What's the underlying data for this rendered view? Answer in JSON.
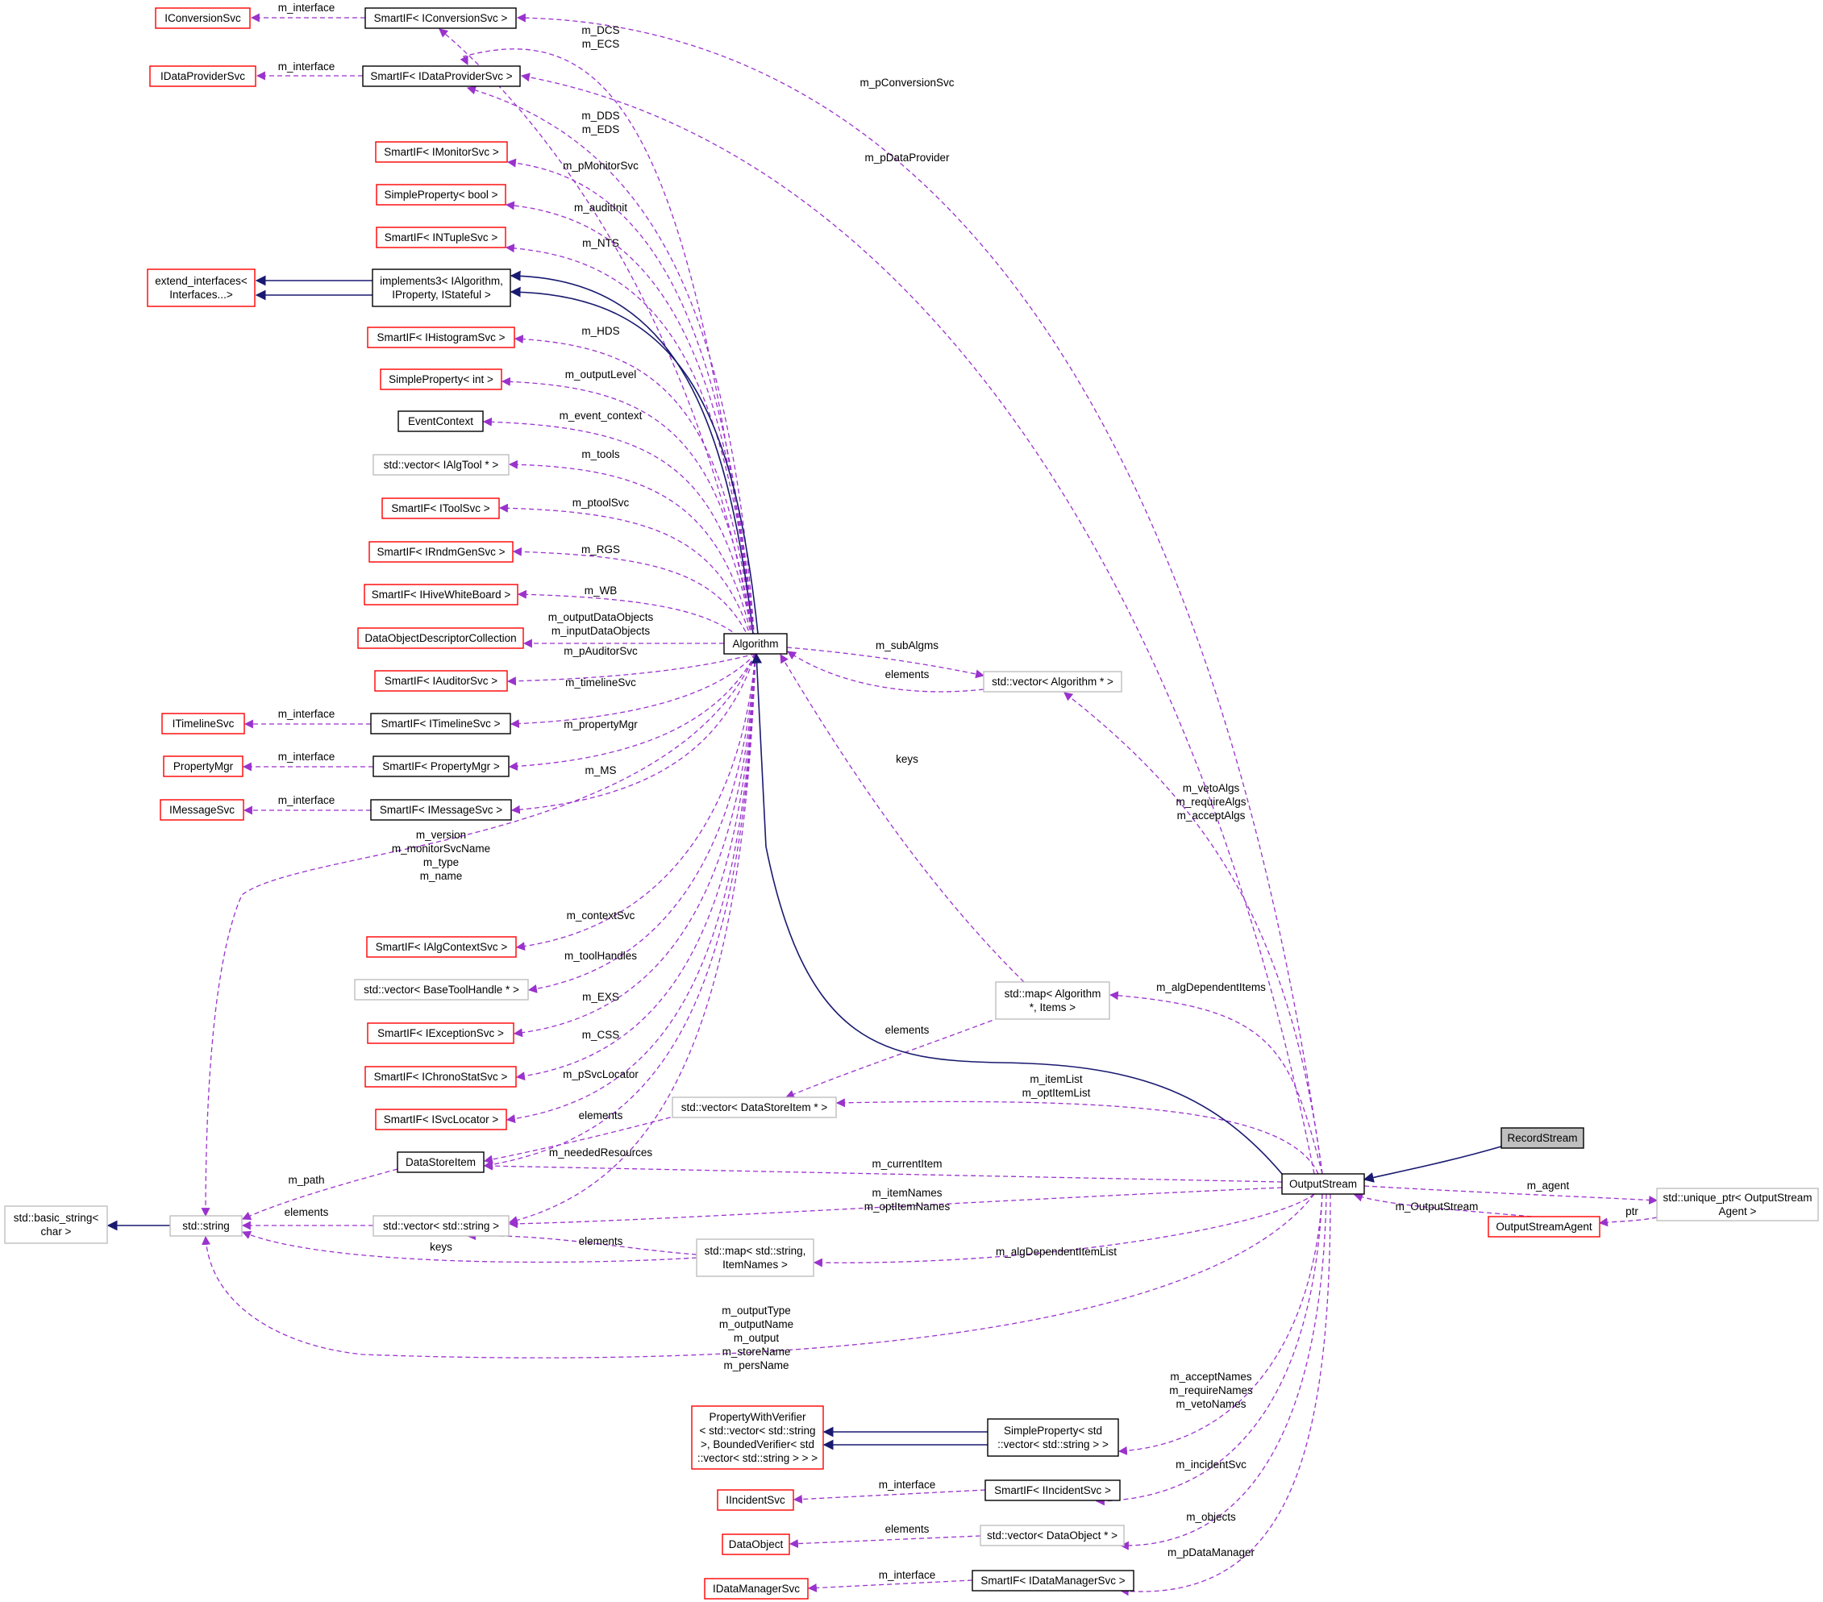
{
  "colors": {
    "inheritance": "#191970",
    "usage": "#9a32cd",
    "border_documented": "#000000",
    "border_undocumented": "#ff0000",
    "border_template": "#bfbfbf",
    "highlight_fill": "#bfbfbf"
  },
  "nodes": {
    "IConversionSvc": {
      "lines": [
        "IConversionSvc"
      ],
      "style": "red"
    },
    "SmartIF_IConversionSvc": {
      "lines": [
        "SmartIF< IConversionSvc >"
      ],
      "style": "black"
    },
    "IDataProviderSvc": {
      "lines": [
        "IDataProviderSvc"
      ],
      "style": "red"
    },
    "SmartIF_IDataProviderSvc": {
      "lines": [
        "SmartIF< IDataProviderSvc >"
      ],
      "style": "black"
    },
    "SmartIF_IMonitorSvc": {
      "lines": [
        "SmartIF< IMonitorSvc >"
      ],
      "style": "red"
    },
    "SimpleProperty_bool": {
      "lines": [
        "SimpleProperty< bool >"
      ],
      "style": "red"
    },
    "SmartIF_INTupleSvc": {
      "lines": [
        "SmartIF< INTupleSvc >"
      ],
      "style": "red"
    },
    "extend_interfaces": {
      "lines": [
        "extend_interfaces<",
        "Interfaces...>"
      ],
      "style": "red"
    },
    "implements3": {
      "lines": [
        "implements3< IAlgorithm,",
        "IProperty, IStateful >"
      ],
      "style": "black"
    },
    "SmartIF_IHistogramSvc": {
      "lines": [
        "SmartIF< IHistogramSvc >"
      ],
      "style": "red"
    },
    "SimpleProperty_int": {
      "lines": [
        "SimpleProperty< int >"
      ],
      "style": "red"
    },
    "EventContext": {
      "lines": [
        "EventContext"
      ],
      "style": "black"
    },
    "vector_IAlgTool": {
      "lines": [
        "std::vector< IAlgTool * >"
      ],
      "style": "gray"
    },
    "SmartIF_IToolSvc": {
      "lines": [
        "SmartIF< IToolSvc >"
      ],
      "style": "red"
    },
    "SmartIF_IRndmGenSvc": {
      "lines": [
        "SmartIF< IRndmGenSvc >"
      ],
      "style": "red"
    },
    "SmartIF_IHiveWhiteBoard": {
      "lines": [
        "SmartIF< IHiveWhiteBoard >"
      ],
      "style": "red"
    },
    "DataObjectDescriptorCollection": {
      "lines": [
        "DataObjectDescriptorCollection"
      ],
      "style": "red"
    },
    "SmartIF_IAuditorSvc": {
      "lines": [
        "SmartIF< IAuditorSvc >"
      ],
      "style": "red"
    },
    "ITimelineSvc": {
      "lines": [
        "ITimelineSvc"
      ],
      "style": "red"
    },
    "SmartIF_ITimelineSvc": {
      "lines": [
        "SmartIF< ITimelineSvc >"
      ],
      "style": "black"
    },
    "PropertyMgr": {
      "lines": [
        "PropertyMgr"
      ],
      "style": "red"
    },
    "SmartIF_PropertyMgr": {
      "lines": [
        "SmartIF< PropertyMgr >"
      ],
      "style": "black"
    },
    "IMessageSvc": {
      "lines": [
        "IMessageSvc"
      ],
      "style": "red"
    },
    "SmartIF_IMessageSvc": {
      "lines": [
        "SmartIF< IMessageSvc >"
      ],
      "style": "black"
    },
    "SmartIF_IAlgContextSvc": {
      "lines": [
        "SmartIF< IAlgContextSvc >"
      ],
      "style": "red"
    },
    "vector_BaseToolHandle": {
      "lines": [
        "std::vector< BaseToolHandle * >"
      ],
      "style": "gray"
    },
    "SmartIF_IExceptionSvc": {
      "lines": [
        "SmartIF< IExceptionSvc >"
      ],
      "style": "red"
    },
    "SmartIF_IChronoStatSvc": {
      "lines": [
        "SmartIF< IChronoStatSvc >"
      ],
      "style": "red"
    },
    "SmartIF_ISvcLocator": {
      "lines": [
        "SmartIF< ISvcLocator >"
      ],
      "style": "red"
    },
    "DataStoreItem": {
      "lines": [
        "DataStoreItem"
      ],
      "style": "black"
    },
    "basic_string": {
      "lines": [
        "std::basic_string<",
        "char >"
      ],
      "style": "gray"
    },
    "std_string": {
      "lines": [
        "std::string"
      ],
      "style": "gray"
    },
    "vector_string": {
      "lines": [
        "std::vector< std::string >"
      ],
      "style": "gray"
    },
    "map_string_ItemNames": {
      "lines": [
        "std::map< std::string,",
        "ItemNames >"
      ],
      "style": "gray"
    },
    "vector_DataStoreItem": {
      "lines": [
        "std::vector< DataStoreItem * >"
      ],
      "style": "gray"
    },
    "Algorithm": {
      "lines": [
        "Algorithm"
      ],
      "style": "black"
    },
    "vector_Algorithm": {
      "lines": [
        "std::vector< Algorithm * >"
      ],
      "style": "gray"
    },
    "map_Algorithm_Items": {
      "lines": [
        "std::map< Algorithm",
        "*, Items >"
      ],
      "style": "gray"
    },
    "RecordStream": {
      "lines": [
        "RecordStream"
      ],
      "style": "highlight"
    },
    "OutputStream": {
      "lines": [
        "OutputStream"
      ],
      "style": "black"
    },
    "unique_ptr_OutputStreamAgent": {
      "lines": [
        "std::unique_ptr< OutputStream",
        "Agent >"
      ],
      "style": "gray"
    },
    "OutputStreamAgent": {
      "lines": [
        "OutputStreamAgent"
      ],
      "style": "red"
    },
    "PropertyWithVerifier": {
      "lines": [
        "PropertyWithVerifier",
        "< std::vector< std::string",
        ">, BoundedVerifier< std",
        "::vector< std::string > > >"
      ],
      "style": "red"
    },
    "SimpleProperty_vector_string": {
      "lines": [
        "SimpleProperty< std",
        "::vector< std::string > >"
      ],
      "style": "black"
    },
    "IIncidentSvc": {
      "lines": [
        "IIncidentSvc"
      ],
      "style": "red"
    },
    "SmartIF_IIncidentSvc": {
      "lines": [
        "SmartIF< IIncidentSvc >"
      ],
      "style": "black"
    },
    "DataObject": {
      "lines": [
        "DataObject"
      ],
      "style": "red"
    },
    "vector_DataObject": {
      "lines": [
        "std::vector< DataObject * >"
      ],
      "style": "gray"
    },
    "IDataManagerSvc": {
      "lines": [
        "IDataManagerSvc"
      ],
      "style": "red"
    },
    "SmartIF_IDataManagerSvc": {
      "lines": [
        "SmartIF< IDataManagerSvc >"
      ],
      "style": "black"
    }
  },
  "edge_labels": {
    "m_interface_conv": [
      "m_interface"
    ],
    "m_interface_dp": [
      "m_interface"
    ],
    "m_DCS_ECS": [
      "m_DCS",
      "m_ECS"
    ],
    "m_DDS_EDS": [
      "m_DDS",
      "m_EDS"
    ],
    "m_pConversionSvc": [
      "m_pConversionSvc"
    ],
    "m_pDataProvider": [
      "m_pDataProvider"
    ],
    "m_pMonitorSvc": [
      "m_pMonitorSvc"
    ],
    "m_auditInit": [
      "m_auditInit"
    ],
    "m_NTS": [
      "m_NTS"
    ],
    "m_HDS": [
      "m_HDS"
    ],
    "m_outputLevel": [
      "m_outputLevel"
    ],
    "m_event_context": [
      "m_event_context"
    ],
    "m_tools": [
      "m_tools"
    ],
    "m_ptoolSvc": [
      "m_ptoolSvc"
    ],
    "m_RGS": [
      "m_RGS"
    ],
    "m_WB": [
      "m_WB"
    ],
    "m_outputDataObjects": [
      "m_outputDataObjects",
      "m_inputDataObjects"
    ],
    "m_pAuditorSvc": [
      "m_pAuditorSvc"
    ],
    "m_timelineSvc": [
      "m_timelineSvc"
    ],
    "m_interface_tl": [
      "m_interface"
    ],
    "m_propertyMgr": [
      "m_propertyMgr"
    ],
    "m_interface_pm": [
      "m_interface"
    ],
    "m_MS": [
      "m_MS"
    ],
    "m_interface_ms": [
      "m_interface"
    ],
    "m_version": [
      "m_version",
      "m_monitorSvcName",
      "m_type",
      "m_name"
    ],
    "m_contextSvc": [
      "m_contextSvc"
    ],
    "m_toolHandles": [
      "m_toolHandles"
    ],
    "m_EXS": [
      "m_EXS"
    ],
    "m_CSS": [
      "m_CSS"
    ],
    "m_pSvcLocator": [
      "m_pSvcLocator"
    ],
    "elements_dsi": [
      "elements"
    ],
    "m_neededResources": [
      "m_neededResources"
    ],
    "m_path": [
      "m_path"
    ],
    "elements_str": [
      "elements"
    ],
    "keys_str": [
      "keys"
    ],
    "elements_map": [
      "elements"
    ],
    "m_subAlgms": [
      "m_subAlgms"
    ],
    "elements_alg": [
      "elements"
    ],
    "keys_alg": [
      "keys"
    ],
    "m_vetoAlgs": [
      "m_vetoAlgs",
      "m_requireAlgs",
      "m_acceptAlgs"
    ],
    "m_algDependentItems": [
      "m_algDependentItems"
    ],
    "elements_mapalg": [
      "elements"
    ],
    "m_itemList": [
      "m_itemList",
      "m_optItemList"
    ],
    "m_currentItem": [
      "m_currentItem"
    ],
    "m_itemNames": [
      "m_itemNames",
      "m_optItemNames"
    ],
    "m_agent": [
      "m_agent"
    ],
    "m_OutputStream": [
      "m_OutputStream"
    ],
    "ptr": [
      "ptr"
    ],
    "m_algDependentItemList": [
      "m_algDependentItemList"
    ],
    "m_outputType": [
      "m_outputType",
      "m_outputName",
      "m_output",
      "m_storeName",
      "m_persName"
    ],
    "m_acceptNames": [
      "m_acceptNames",
      "m_requireNames",
      "m_vetoNames"
    ],
    "m_interface_inc": [
      "m_interface"
    ],
    "m_incidentSvc": [
      "m_incidentSvc"
    ],
    "elements_dobj": [
      "elements"
    ],
    "m_objects": [
      "m_objects"
    ],
    "m_interface_dm": [
      "m_interface"
    ],
    "m_pDataManager": [
      "m_pDataManager"
    ]
  }
}
